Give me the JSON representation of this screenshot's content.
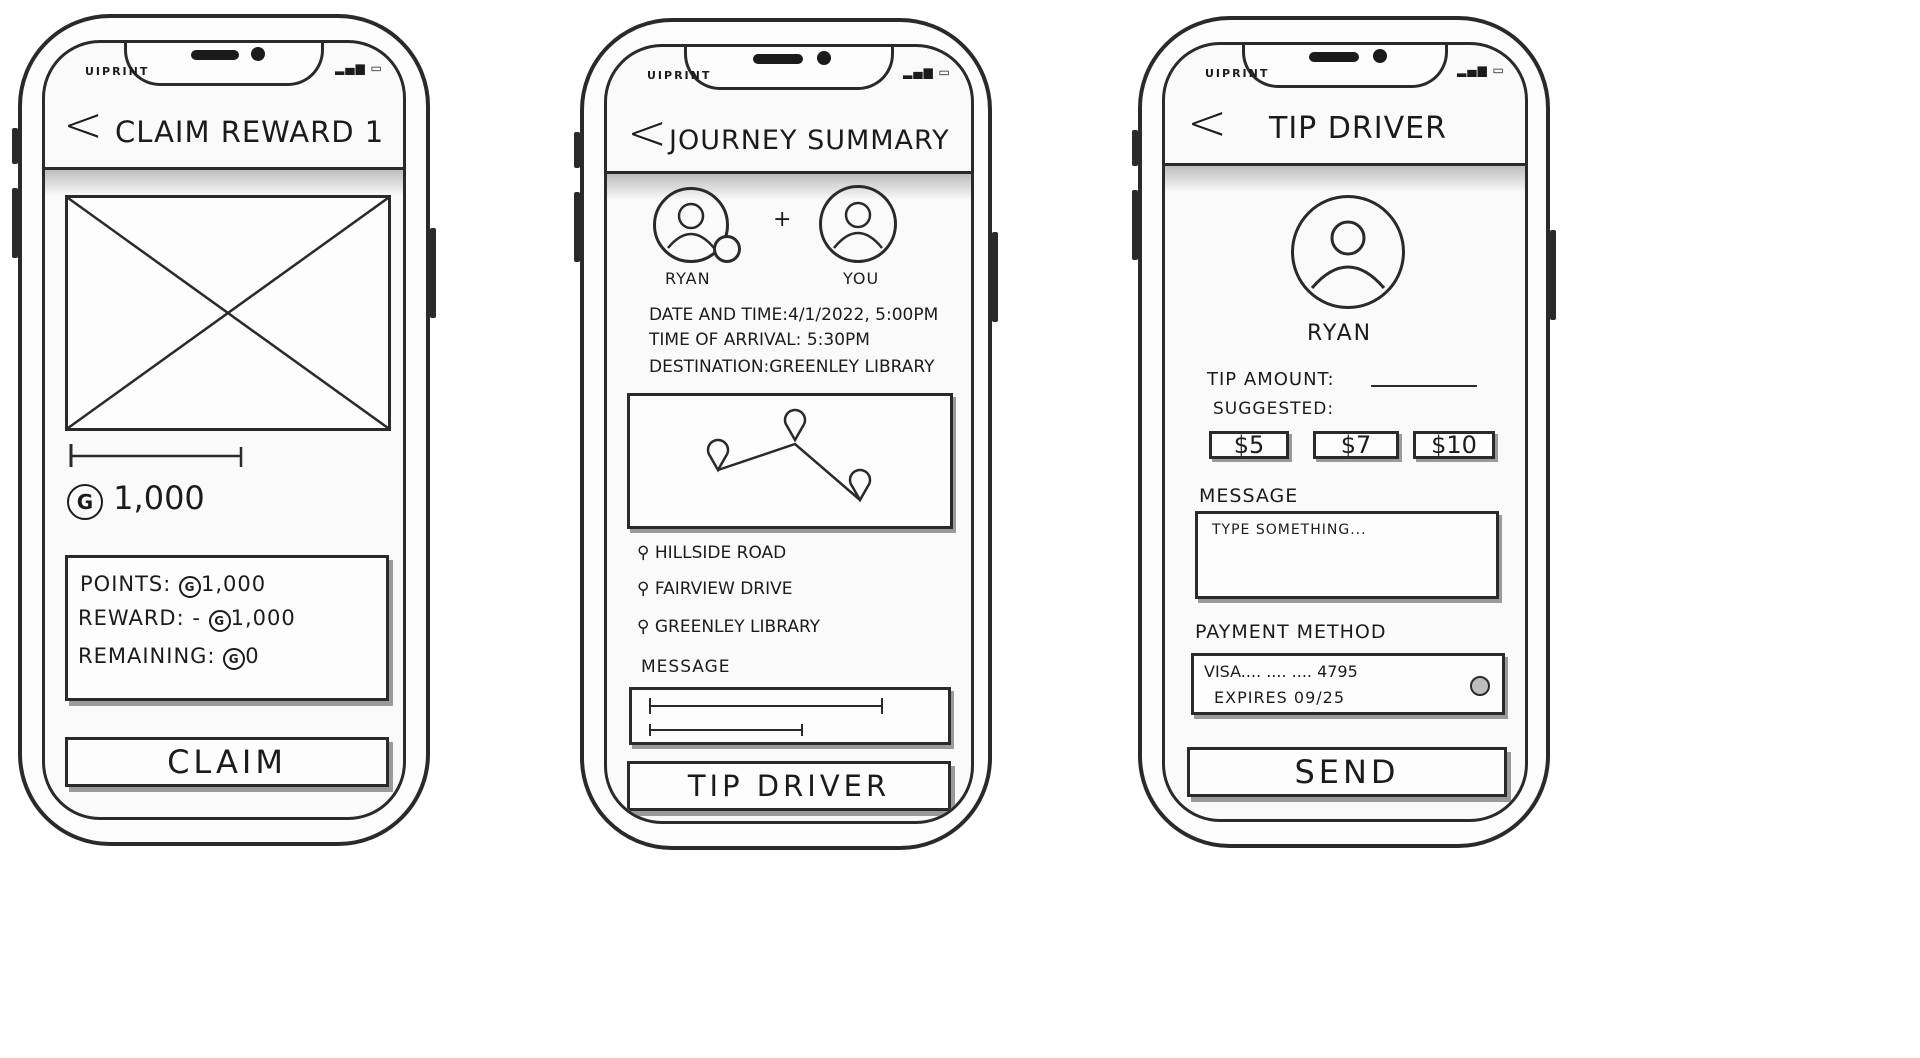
{
  "brand": "UIPRINT",
  "status": "▂▄▆ ▭",
  "screen1": {
    "title": "CLAIM REWARD 1",
    "coin_symbol": "G",
    "amount": "1,000",
    "points_label": "POINTS:",
    "points_value": "1,000",
    "reward_label": "REWARD: -",
    "reward_value": "1,000",
    "remaining_label": "REMAINING:",
    "remaining_value": "0",
    "claim_button": "CLAIM"
  },
  "screen2": {
    "title": "JOURNEY SUMMARY",
    "plus": "+",
    "driver_name": "RYAN",
    "you_label": "YOU",
    "datetime_label": "DATE AND TIME:",
    "datetime_value": "4/1/2022, 5:00PM",
    "arrival_label": "TIME OF ARRIVAL:",
    "arrival_value": "5:30PM",
    "destination_label": "DESTINATION:",
    "destination_value": "GREENLEY LIBRARY",
    "stops": [
      "HILLSIDE ROAD",
      "FAIRVIEW DRIVE",
      "GREENLEY LIBRARY"
    ],
    "message_label": "MESSAGE",
    "tip_button": "TIP DRIVER"
  },
  "screen3": {
    "title": "TIP DRIVER",
    "driver_name": "RYAN",
    "tip_amount_label": "TIP AMOUNT:",
    "suggested_label": "SUGGESTED:",
    "suggested": [
      "$5",
      "$7",
      "$10"
    ],
    "message_label": "MESSAGE",
    "message_placeholder": "TYPE SOMETHING...",
    "payment_label": "PAYMENT METHOD",
    "card_line": "VISA.... .... .... 4795",
    "card_expiry": "EXPIRES 09/25",
    "send_button": "SEND"
  },
  "icons": [
    "back-chevron-icon",
    "image-placeholder-icon",
    "coin-icon",
    "avatar-icon",
    "map-pin-icon",
    "radio-icon"
  ]
}
